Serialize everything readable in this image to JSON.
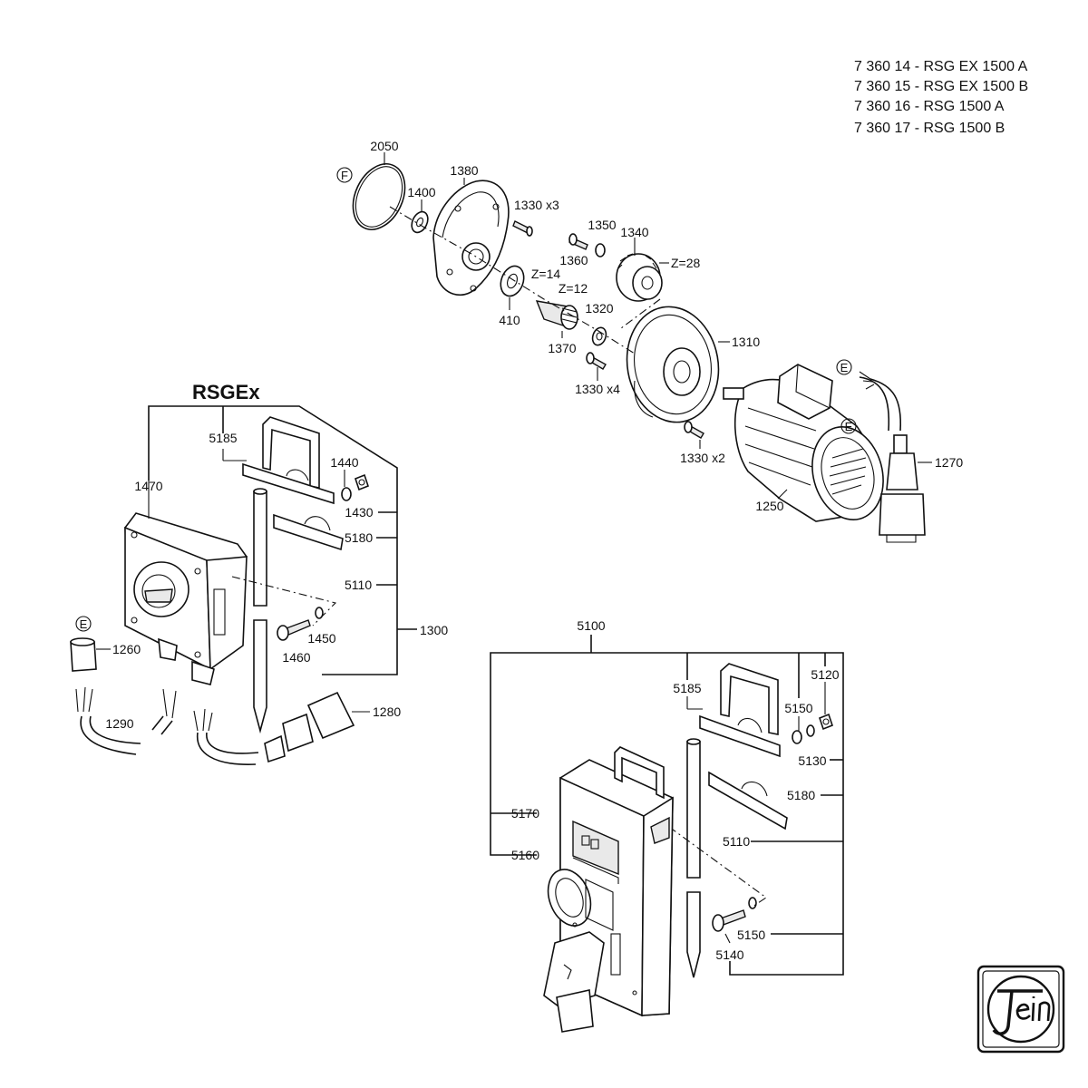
{
  "models": [
    "7 360 14 - RSG EX 1500 A",
    "7 360 15 - RSG EX 1500 B",
    "7 360 16 - RSG 1500 A",
    "7 360 17 - RSG 1500 B"
  ],
  "section_title": "RSGEx",
  "circle_markers": {
    "f": "F",
    "e": "E"
  },
  "labels": {
    "p2050": "2050",
    "p1380": "1380",
    "p1400": "1400",
    "p1330x3": "1330 x3",
    "p1350": "1350",
    "p1340": "1340",
    "p1360": "1360",
    "z28": "Z=28",
    "z14": "Z=14",
    "z12": "Z=12",
    "p410": "410",
    "p1320": "1320",
    "p1370": "1370",
    "p1310": "1310",
    "p1330x4": "1330 x4",
    "p1330x2": "1330 x2",
    "p1250": "1250",
    "p1270": "1270",
    "p5185a": "5185",
    "p1440": "1440",
    "p1470": "1470",
    "p1430": "1430",
    "p5180a": "5180",
    "p5110a": "5110",
    "p1300": "1300",
    "p1450": "1450",
    "p1460": "1460",
    "p1260": "1260",
    "p1290": "1290",
    "p1280": "1280",
    "p5100": "5100",
    "p5185b": "5185",
    "p5150a": "5150",
    "p5120": "5120",
    "p5130": "5130",
    "p5180b": "5180",
    "p5170": "5170",
    "p5110b": "5110",
    "p5160": "5160",
    "p5150b": "5150",
    "p5140": "5140"
  },
  "logo": {
    "text": "Fein"
  }
}
